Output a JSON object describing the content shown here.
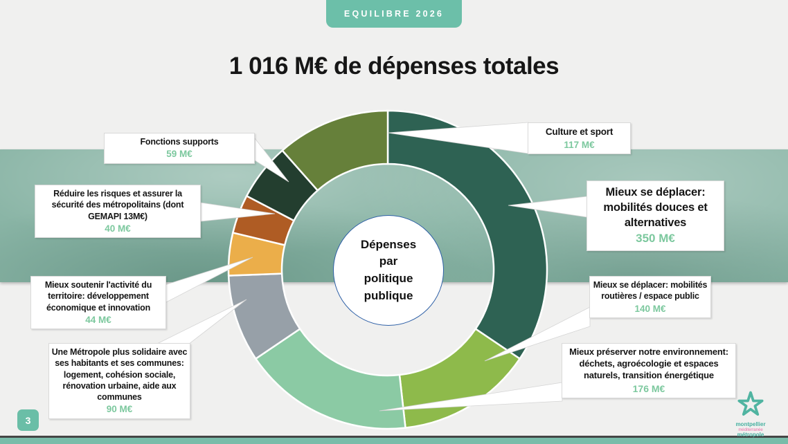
{
  "header": {
    "badge": "EQUILIBRE 2026",
    "title": "1 016 M€ de dépenses totales"
  },
  "chart_data": {
    "type": "pie",
    "subtype": "donut",
    "title": "1 016 M€ de dépenses totales",
    "unit": "M€",
    "total": 1016,
    "center_label": "Dépenses\npar\npolitique\npublique",
    "order": "clockwise from 12 o'clock",
    "segments": [
      {
        "id": "mobilites-douces",
        "label": "Mieux se déplacer: mobilités douces et alternatives",
        "value": 350,
        "value_label": "350 M€",
        "color": "#2e6253"
      },
      {
        "id": "mobilites-routieres",
        "label": "Mieux se déplacer: mobilités routières / espace public",
        "value": 140,
        "value_label": "140 M€",
        "color": "#8eba4b"
      },
      {
        "id": "preserver-environnement",
        "label": "Mieux préserver notre environnement: déchets, agroécologie et espaces naturels, transition énergétique",
        "value": 176,
        "value_label": "176 M€",
        "color": "#8bcaa4"
      },
      {
        "id": "metropole-solidaire",
        "label": "Une Métropole plus solidaire avec ses habitants et ses communes: logement, cohésion sociale, rénovation urbaine, aide aux communes",
        "value": 90,
        "value_label": "90 M€",
        "color": "#97a0a8"
      },
      {
        "id": "soutenir-activite",
        "label": "Mieux soutenir l'activité du territoire: développement économique et innovation",
        "value": 44,
        "value_label": "44 M€",
        "color": "#ebae4a"
      },
      {
        "id": "reduire-risques",
        "label": "Réduire les risques et assurer la sécurité des métropolitains (dont GEMAPI 13M€)",
        "value": 40,
        "value_label": "40 M€",
        "color": "#af5c24"
      },
      {
        "id": "fonctions-supports",
        "label": "Fonctions supports",
        "value": 59,
        "value_label": "59 M€",
        "color": "#233e2f"
      },
      {
        "id": "culture-sport",
        "label": "Culture et sport",
        "value": 117,
        "value_label": "117 M€",
        "color": "#66803a"
      }
    ],
    "colors": {
      "value_text": "#7cc89e",
      "accent_teal": "#6cbfa9",
      "center_circle_border": "#2d5fa6",
      "band": "#8ab5a6"
    }
  },
  "footer": {
    "page_number": "3",
    "logo": {
      "line1": "montpellier",
      "line2": "méditerranée",
      "line3": "métropole"
    }
  }
}
